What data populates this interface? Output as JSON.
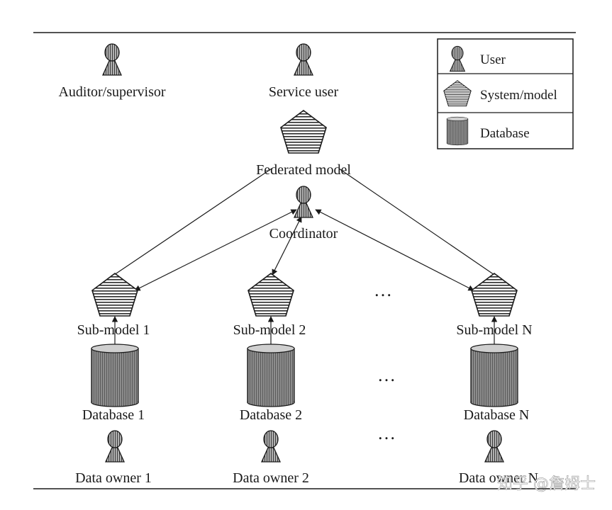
{
  "legend": {
    "user": "User",
    "system": "System/model",
    "database": "Database"
  },
  "labels": {
    "auditor": "Auditor/supervisor",
    "service_user": "Service user",
    "federated_model": "Federated model",
    "coordinator": "Coordinator",
    "sub_model_1": "Sub-model 1",
    "sub_model_2": "Sub-model 2",
    "sub_model_n": "Sub-model N",
    "database_1": "Database 1",
    "database_2": "Database 2",
    "database_n": "Database N",
    "data_owner_1": "Data owner 1",
    "data_owner_2": "Data owner 2",
    "data_owner_n": "Data owner N",
    "ellipsis": "…"
  },
  "watermark": "知乎 @詹姆士",
  "colors": {
    "ink": "#1a1a1a",
    "figure_gray": "#9a9a9a",
    "background": "#ffffff"
  }
}
